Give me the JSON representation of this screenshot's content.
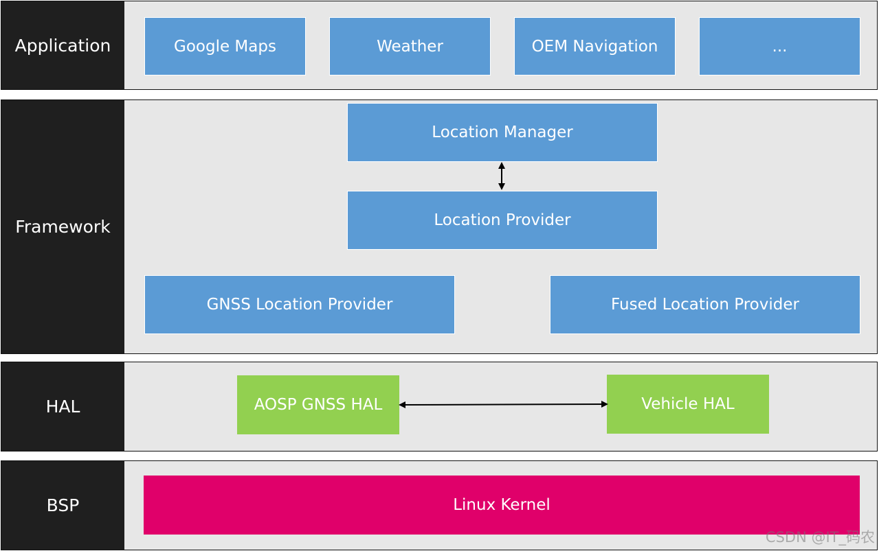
{
  "layers": {
    "application": {
      "label": "Application",
      "boxes": [
        "Google Maps",
        "Weather",
        "OEM Navigation",
        "..."
      ]
    },
    "framework": {
      "label": "Framework",
      "location_manager": "Location Manager",
      "location_provider": "Location Provider",
      "gnss_location_provider": "GNSS Location Provider",
      "fused_location_provider": "Fused Location Provider"
    },
    "hal": {
      "label": "HAL",
      "aosp_gnss_hal": "AOSP GNSS HAL",
      "vehicle_hal": "Vehicle HAL"
    },
    "bsp": {
      "label": "BSP",
      "linux_kernel": "Linux Kernel"
    }
  },
  "watermark": "CSDN @IT_码农",
  "colors": {
    "label_bg": "#1f1f1f",
    "layer_bg": "#e7e7e7",
    "framework_box": "#5b9bd5",
    "hal_box": "#92d050",
    "bsp_box": "#e0006a"
  }
}
